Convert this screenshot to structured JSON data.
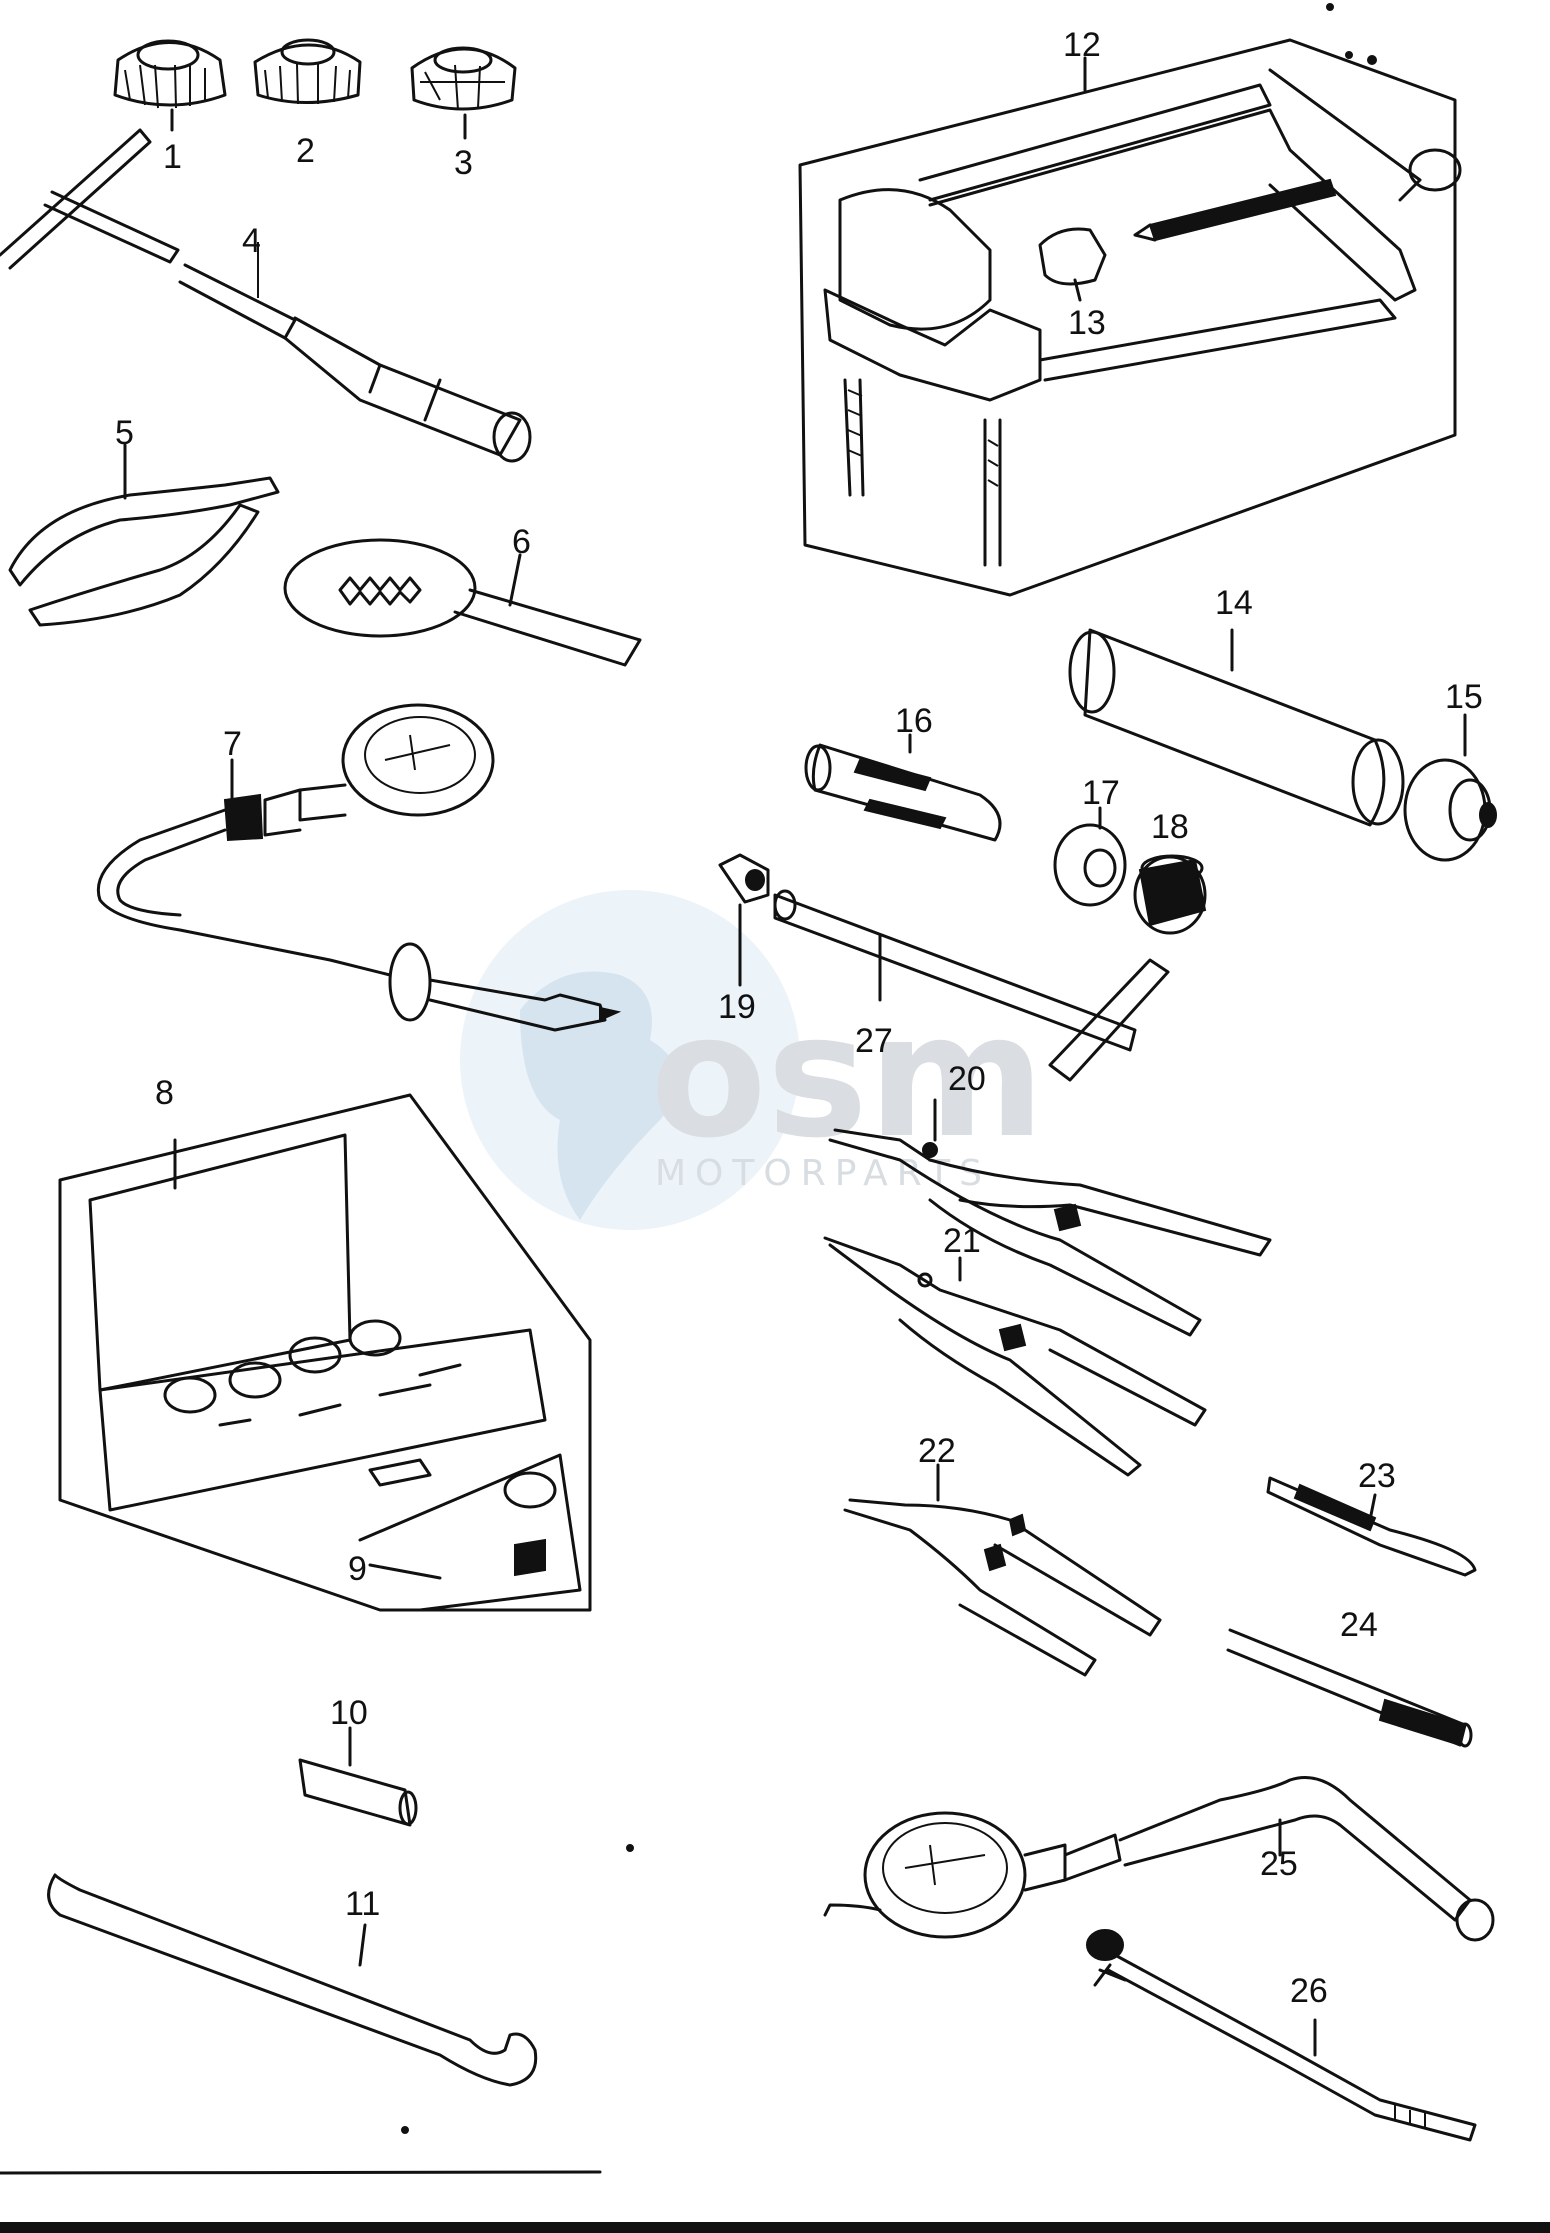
{
  "labels": [
    "1",
    "2",
    "3",
    "4",
    "5",
    "6",
    "7",
    "8",
    "9",
    "10",
    "11",
    "12",
    "13",
    "14",
    "15",
    "16",
    "17",
    "18",
    "19",
    "20",
    "21",
    "22",
    "23",
    "24",
    "25",
    "26",
    "27"
  ],
  "watermark": {
    "brand": "osm",
    "tagline": "MOTORPARTS",
    "color": "#9fb0bf"
  },
  "colors": {
    "ink": "#111111",
    "paper": "#ffffff"
  }
}
